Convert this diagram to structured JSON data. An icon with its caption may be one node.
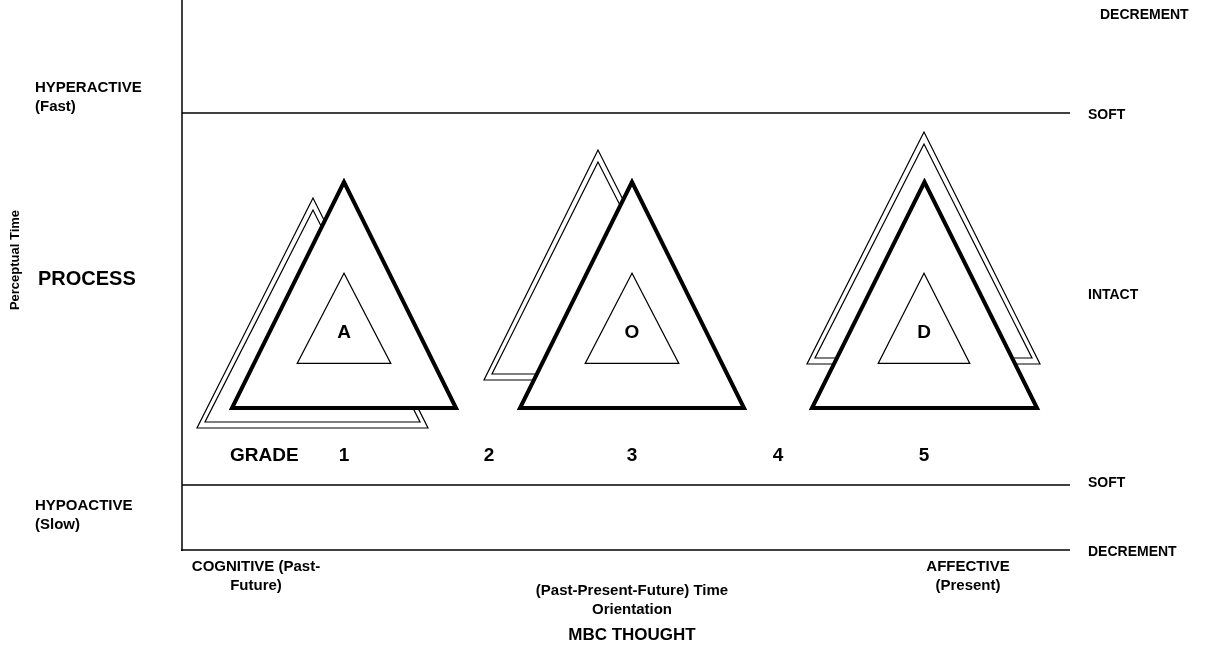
{
  "diagram": {
    "nodes": [
      {
        "text": [],
        "shape": "triangle"
      },
      {
        "text": [
          "A"
        ],
        "in": 0
      },
      {
        "text": [],
        "shape": "triangle"
      },
      {
        "text": [
          "O"
        ],
        "in": 2
      },
      {
        "text": [],
        "shape": "triangle"
      },
      {
        "text": [
          "D"
        ],
        "in": 4
      }
    ],
    "edges": [],
    "labels": [
      "Perceptual Time",
      "HYPERACTIVE (Fast)",
      "PROCESS",
      "HYPOACTIVE (Slow)",
      "DECREMENT",
      "SOFT",
      "INTACT",
      "SOFT",
      "DECREMENT",
      "GRADE",
      "1",
      "2",
      "3",
      "4",
      "5",
      "COGNITIVE (Past-Future)",
      "(Past-Present-Future) Time Orientation",
      "AFFECTIVE (Present)",
      "MBC THOUGHT"
    ]
  }
}
